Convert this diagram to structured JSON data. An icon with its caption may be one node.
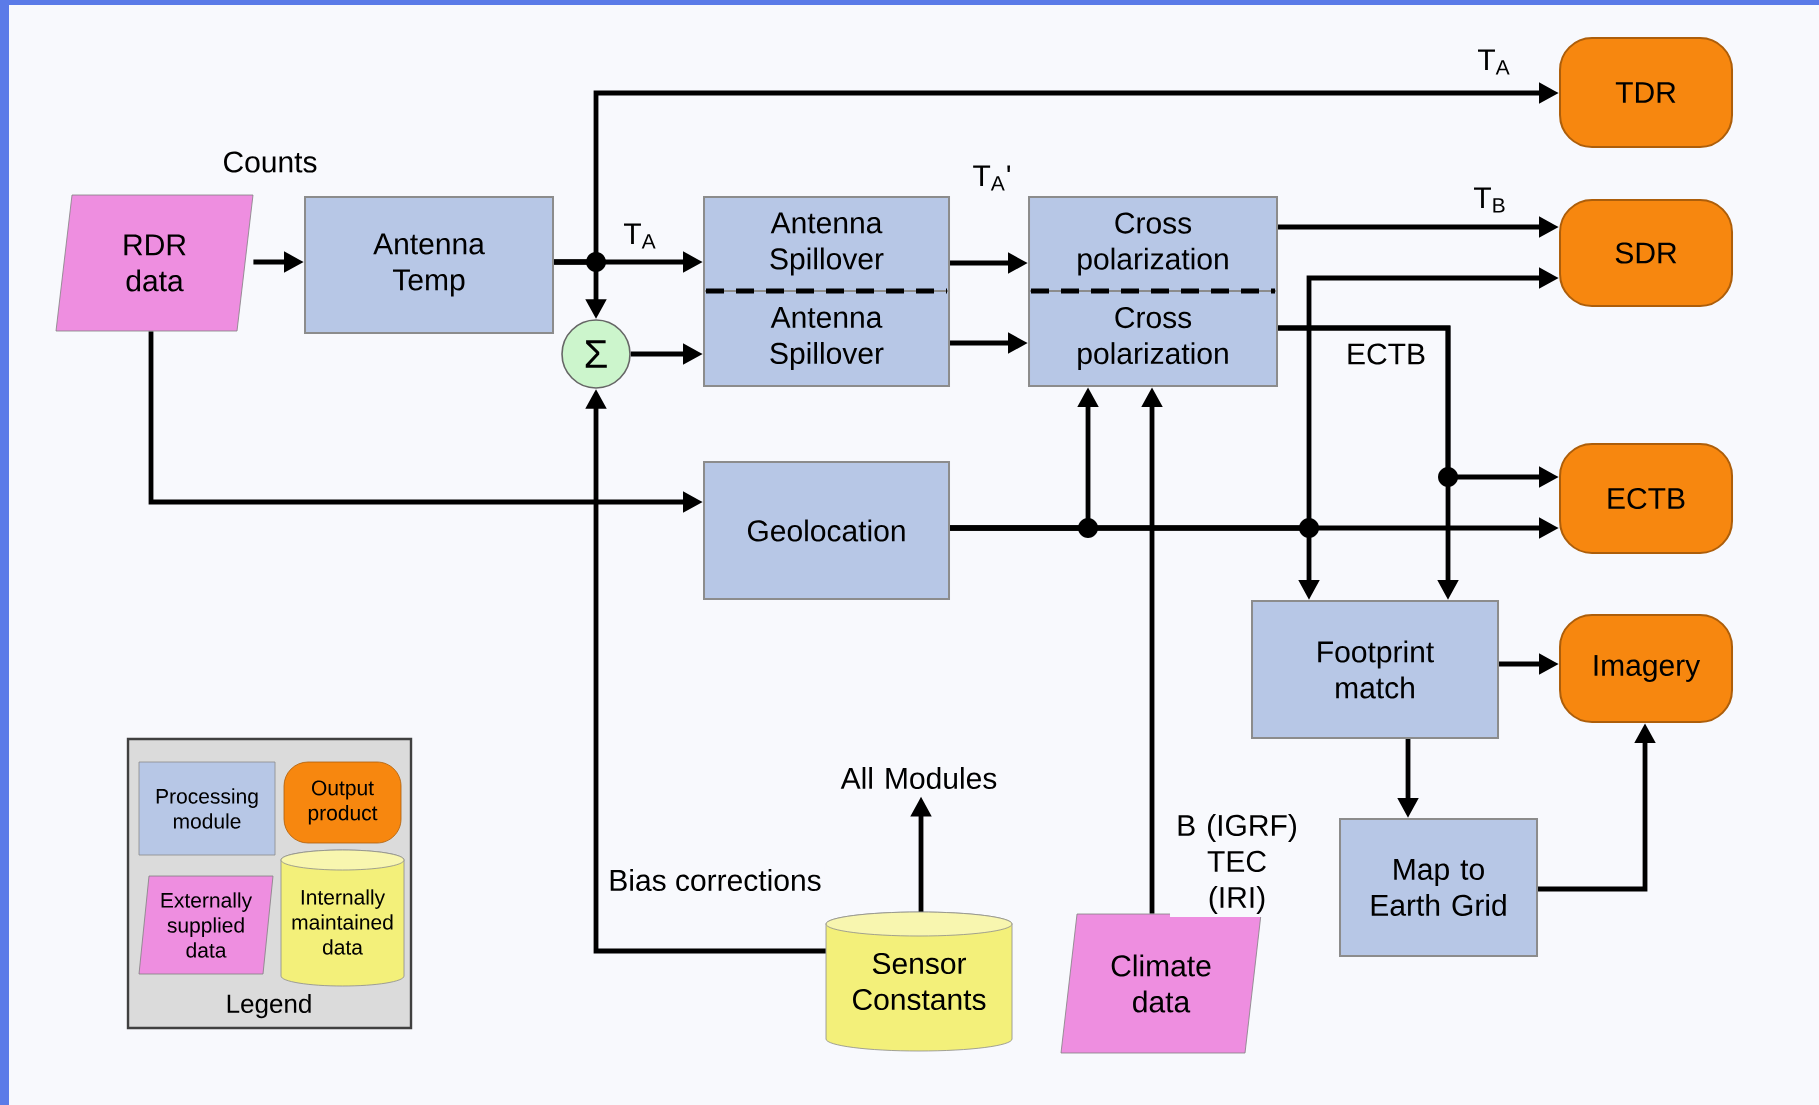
{
  "diagram": {
    "nodes": [
      {
        "text": [
          "RDR data"
        ]
      },
      {
        "text": [
          "Antenna Temp"
        ]
      },
      {
        "text": [
          "Σ"
        ]
      },
      {
        "text": [
          "Antenna Spillover"
        ]
      },
      {
        "text": [
          "Antenna Spillover"
        ]
      },
      {
        "text": [
          "Cross polarization"
        ]
      },
      {
        "text": [
          "Cross polarization"
        ]
      },
      {
        "text": [
          "Geolocation"
        ]
      },
      {
        "text": [
          "Footprint match"
        ]
      },
      {
        "text": [
          "Map to Earth Grid"
        ]
      },
      {
        "text": [
          "Sensor Constants"
        ]
      },
      {
        "text": [
          "Climate data"
        ]
      },
      {
        "text": [
          "TDR"
        ]
      },
      {
        "text": [
          "SDR"
        ]
      },
      {
        "text": [
          "ECTB"
        ]
      },
      {
        "text": [
          "Imagery"
        ]
      },
      {
        "text": [
          "All Modules"
        ]
      }
    ],
    "edges": [
      {
        "from": 0,
        "to": 1,
        "arrow": "to",
        "label": "Counts"
      },
      {
        "from": 1,
        "to": 3,
        "arrow": "to",
        "label": "T$_{A}$"
      },
      {
        "from": 1,
        "to": 2,
        "arrow": "to"
      },
      {
        "from": 1,
        "to": 12,
        "arrow": "to",
        "label": "T$_{A}$"
      },
      {
        "from": 2,
        "to": 4,
        "arrow": "to"
      },
      {
        "from": 3,
        "to": 5,
        "arrow": "to",
        "label": "T$_{A}$'"
      },
      {
        "from": 4,
        "to": 6,
        "arrow": "to"
      },
      {
        "from": 0,
        "to": 7,
        "arrow": "to"
      },
      {
        "from": 10,
        "to": 2,
        "arrow": "to",
        "label": "Bias corrections"
      },
      {
        "from": 10,
        "to": 16,
        "arrow": "to"
      },
      {
        "from": 11,
        "to": 6,
        "arrow": "to",
        "label": "B (IGRF) TEC (IRI)"
      },
      {
        "from": 7,
        "to": 6,
        "arrow": "to"
      },
      {
        "from": 7,
        "to": 14,
        "arrow": "to"
      },
      {
        "from": 7,
        "to": 8,
        "arrow": "to"
      },
      {
        "from": 7,
        "to": 13,
        "arrow": "to"
      },
      {
        "from": 6,
        "to": 8,
        "arrow": "to",
        "label": "ECTB"
      },
      {
        "from": 6,
        "to": 14,
        "arrow": "to"
      },
      {
        "from": 5,
        "to": 13,
        "arrow": "to",
        "label": "T$_{B}$"
      },
      {
        "from": 8,
        "to": 15,
        "arrow": "to"
      },
      {
        "from": 8,
        "to": 9,
        "arrow": "to"
      },
      {
        "from": 9,
        "to": 15,
        "arrow": "to"
      }
    ],
    "labels": [
      "Legend"
    ],
    "legend": [
      {
        "text": "Processing module",
        "color": "#b7c7e6"
      },
      {
        "text": "Output product",
        "color": "#f7870f"
      },
      {
        "text": "Externally supplied data",
        "color": "#ee8ee0"
      },
      {
        "text": "Internally maintained data",
        "color": "#f3f07a"
      }
    ]
  }
}
